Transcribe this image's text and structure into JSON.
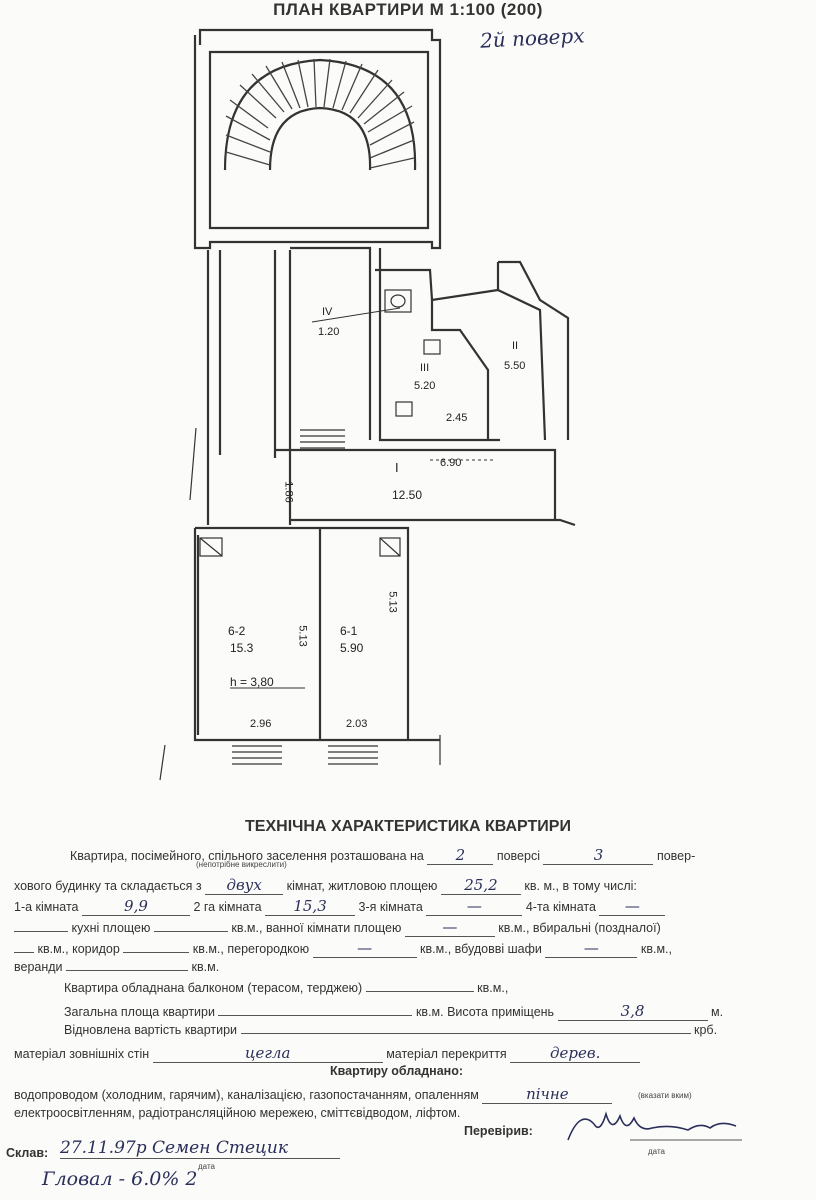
{
  "header": {
    "title": "ПЛАН КВАРТИРИ М 1:100 (200)",
    "floor_note": "2й поверх"
  },
  "plan": {
    "rooms": [
      {
        "id": "IV",
        "area": "1.20"
      },
      {
        "id": "III",
        "area": "5.20"
      },
      {
        "id": "II",
        "area": "5.50"
      },
      {
        "id": "I",
        "area": "12.50"
      },
      {
        "id": "6-2",
        "area": "15.3"
      },
      {
        "id": "6-1",
        "area": "5.90"
      }
    ],
    "dimensions": {
      "kitchen_width": "2.45",
      "corridor_length": "6.90",
      "corridor_width": "1.86",
      "room2_depth": "5.13",
      "room1_depth": "5.13",
      "room2_width": "2.96",
      "room1_width": "2.03",
      "height": "h = 3,80"
    }
  },
  "tech": {
    "title": "ТЕХНІЧНА ХАРАКТЕРИСТИКА КВАРТИРИ",
    "l1_a": "Квартира, посімейного, спільного заселення розташована на",
    "l1_floor": "2",
    "l1_b": "поверсі",
    "l1_total": "3",
    "l1_c": "повер-",
    "note_strike": "(непотрібне викреслити)",
    "l2_a": "хового будинку та складається з",
    "l2_rooms": "двух",
    "l2_b": "кімнат, житловою площею",
    "l2_living": "25,2",
    "l2_c": "кв. м., в тому числі:",
    "l3_a": "1-а кімната",
    "l3_r1": "9,9",
    "l3_b": "2 га кімната",
    "l3_r2": "15,3",
    "l3_c": "3-я кімната",
    "l3_r3": "—",
    "l3_d": "4-та кімната",
    "l3_r4": "—",
    "l4_a": "кухні площею",
    "l4_b": "кв.м., ванної кімнати площею",
    "l4_bath": "—",
    "l4_c": "кв.м., вбиральні (поздналої)",
    "l5_a": "кв.м., коридор",
    "l5_b": "кв.м., перегородкою",
    "l5_part": "—",
    "l5_c": "кв.м., вбудовві шафи",
    "l5_ward": "—",
    "l5_d": "кв.м.,",
    "l6_a": "веранди",
    "l6_b": "кв.м.",
    "l7_a": "Квартира обладнана балконом (терасом, терджею)",
    "l7_b": "кв.м.,",
    "l8_a": "Загальна площа квартири",
    "l8_b": "кв.м. Висота приміщень",
    "l8_h": "3,8",
    "l8_c": "м.",
    "l9_a": "Відновлена вартість квартири",
    "l9_b": "крб.",
    "l10_a": "матеріал зовнішніх стін",
    "l10_walls": "цегла",
    "l10_b": "матеріал перекриття",
    "l10_floor": "дерев.",
    "l11": "Квартиру обладнано:",
    "l12_a": "водопроводом (холодним, гарячим), каналізацією, газопостачанням, опаленням",
    "l12_heat": "пічне",
    "note_specify": "(вказати вким)",
    "l13": "електроосвітленням, радіотрансляційною мережею, сміттєвідводом, ліфтом.",
    "checked_label": "Перевірив:",
    "sklav_label": "Склав:",
    "sklav_value": "27.11.97р  Семен  Стецик",
    "date_note_1": "дата",
    "date_note_2": "дата",
    "bottom_note": "Гловал - 6.0% 2"
  }
}
